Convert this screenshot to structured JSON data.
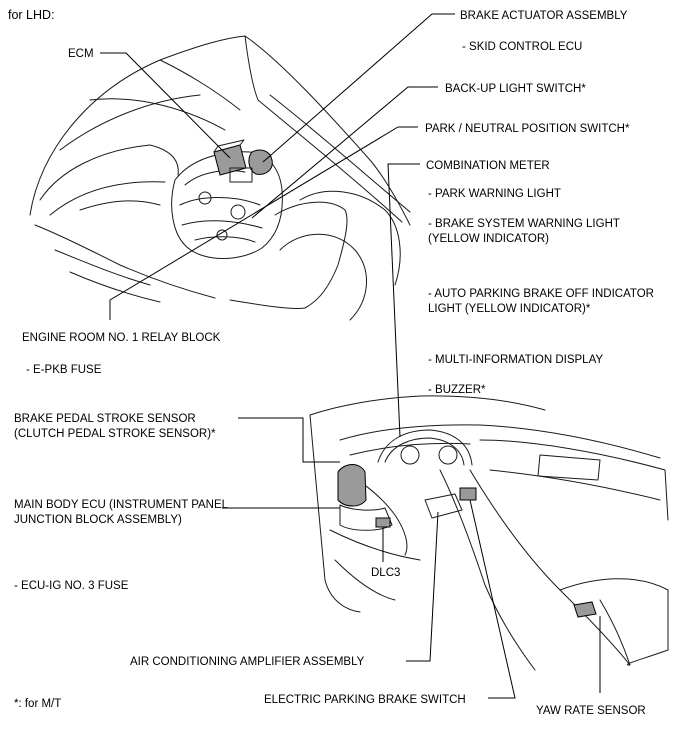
{
  "header": {
    "title": "for LHD:"
  },
  "labels": {
    "brake_actuator": "BRAKE ACTUATOR ASSEMBLY",
    "skid_control": "- SKID CONTROL ECU",
    "ecm": "ECM",
    "backup_light": "BACK-UP LIGHT SWITCH*",
    "park_neutral": "PARK / NEUTRAL POSITION SWITCH*",
    "combination_meter": "COMBINATION METER",
    "park_warning": "- PARK WARNING LIGHT",
    "brake_warning_1": "- BRAKE SYSTEM WARNING LIGHT",
    "brake_warning_2": "(YELLOW INDICATOR)",
    "auto_parking_1": "- AUTO PARKING BRAKE OFF INDICATOR",
    "auto_parking_2": "LIGHT (YELLOW INDICATOR)*",
    "engine_room_relay": "ENGINE ROOM NO. 1 RELAY BLOCK",
    "epkb_fuse": "- E-PKB FUSE",
    "multi_info": "- MULTI-INFORMATION DISPLAY",
    "buzzer": "- BUZZER*",
    "brake_pedal_1": "BRAKE PEDAL STROKE SENSOR",
    "brake_pedal_2": "(CLUTCH PEDAL STROKE SENSOR)*",
    "main_body_ecu_1": "MAIN BODY ECU (INSTRUMENT PANEL",
    "main_body_ecu_2": "JUNCTION BLOCK ASSEMBLY)",
    "dlc3": "DLC3",
    "ecu_ig_fuse": "- ECU-IG NO. 3 FUSE",
    "ac_amplifier": "AIR CONDITIONING AMPLIFIER ASSEMBLY",
    "epb_switch": "ELECTRIC PARKING BRAKE SWITCH",
    "yaw_rate": "YAW RATE SENSOR"
  },
  "footnote": "*: for M/T"
}
